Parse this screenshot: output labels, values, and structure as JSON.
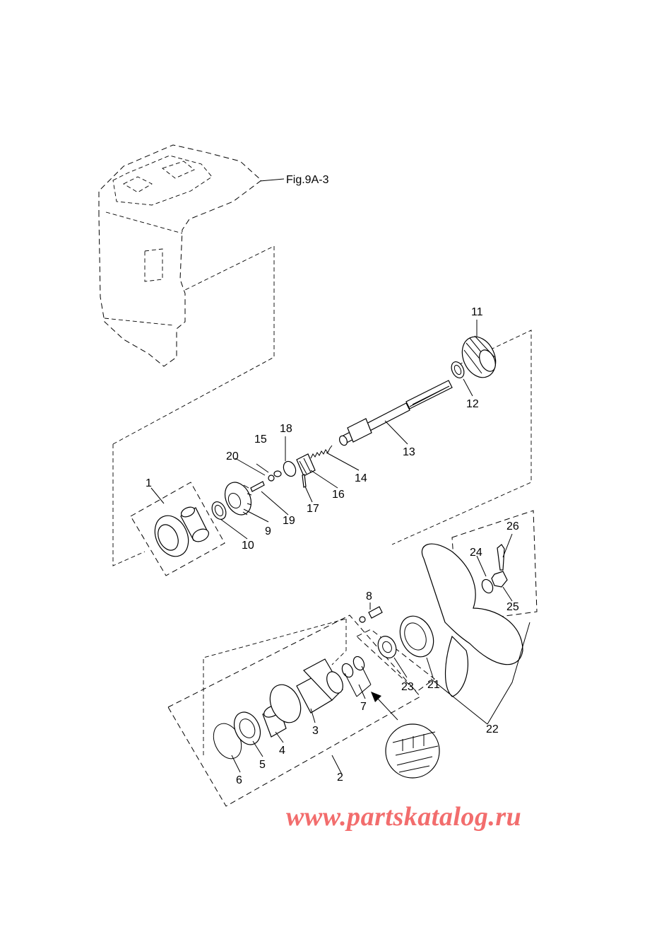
{
  "figure_ref": "Fig.9A-3",
  "watermark": "www.partskatalog.ru",
  "callouts": {
    "c1": "1",
    "c2": "2",
    "c3": "3",
    "c4": "4",
    "c5": "5",
    "c6": "6",
    "c7": "7",
    "c8": "8",
    "c9": "9",
    "c10": "10",
    "c11": "11",
    "c12": "12",
    "c13": "13",
    "c14": "14",
    "c15": "15",
    "c16": "16",
    "c17": "17",
    "c18": "18",
    "c19": "19",
    "c20": "20",
    "c21": "21",
    "c22": "22",
    "c23": "23",
    "c24": "24",
    "c25": "25",
    "c26": "26"
  }
}
